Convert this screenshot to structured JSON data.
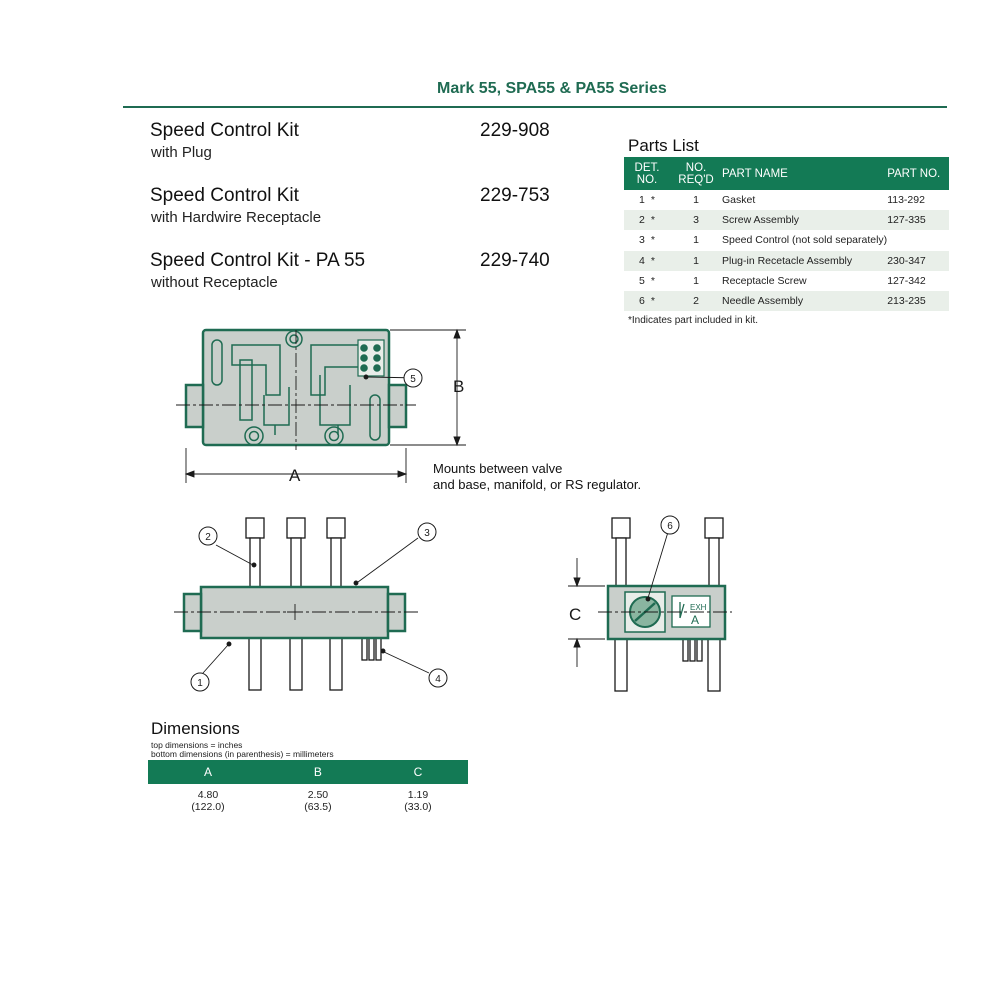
{
  "header": {
    "series_title": "Mark 55, SPA55 & PA55 Series"
  },
  "kits": [
    {
      "name": "Speed Control Kit",
      "subtitle": "with Plug",
      "part_no": "229-908"
    },
    {
      "name": "Speed Control Kit",
      "subtitle": "with Hardwire Receptacle",
      "part_no": "229-753"
    },
    {
      "name": "Speed Control Kit - PA 55",
      "subtitle": "without Receptacle",
      "part_no": "229-740"
    }
  ],
  "parts_list": {
    "title": "Parts List",
    "headers": {
      "det_no": [
        "DET.",
        "NO."
      ],
      "no_reqd": [
        "NO.",
        "REQ'D"
      ],
      "part_name": "PART NAME",
      "part_no": "PART NO."
    },
    "rows": [
      {
        "det": "1",
        "mark": "*",
        "qty": "1",
        "name": "Gasket",
        "part_no": "113-292"
      },
      {
        "det": "2",
        "mark": "*",
        "qty": "3",
        "name": "Screw Assembly",
        "part_no": "127-335"
      },
      {
        "det": "3",
        "mark": "*",
        "qty": "1",
        "name": "Speed Control (not sold separately)",
        "part_no": ""
      },
      {
        "det": "4",
        "mark": "*",
        "qty": "1",
        "name": "Plug-in Recetacle Assembly",
        "part_no": "230-347"
      },
      {
        "det": "5",
        "mark": "*",
        "qty": "1",
        "name": "Receptacle Screw",
        "part_no": "127-342"
      },
      {
        "det": "6",
        "mark": "*",
        "qty": "2",
        "name": "Needle Assembly",
        "part_no": "213-235"
      }
    ],
    "note": "*Indicates part included in kit."
  },
  "mount_note": [
    "Mounts between valve",
    "and base, manifold, or RS regulator."
  ],
  "diagram": {
    "labels": {
      "A": "A",
      "B": "B",
      "C": "C",
      "exh": "EXH",
      "exh_letter": "A"
    },
    "callouts": [
      "1",
      "2",
      "3",
      "4",
      "5",
      "6"
    ],
    "colors": {
      "green": "#1f6b52",
      "gray": "#c9cfcb"
    }
  },
  "dimensions": {
    "title": "Dimensions",
    "notes": [
      "top dimensions = inches",
      "bottom dimensions (in parenthesis) = millimeters"
    ],
    "headers": [
      "A",
      "B",
      "C"
    ],
    "inches": [
      "4.80",
      "2.50",
      "1.19"
    ],
    "mm": [
      "(122.0)",
      "(63.5)",
      "(33.0)"
    ]
  },
  "colors": {
    "brand_green": "#137a55",
    "title_green": "#1f6b52",
    "row_alt": "#e9efe9"
  }
}
